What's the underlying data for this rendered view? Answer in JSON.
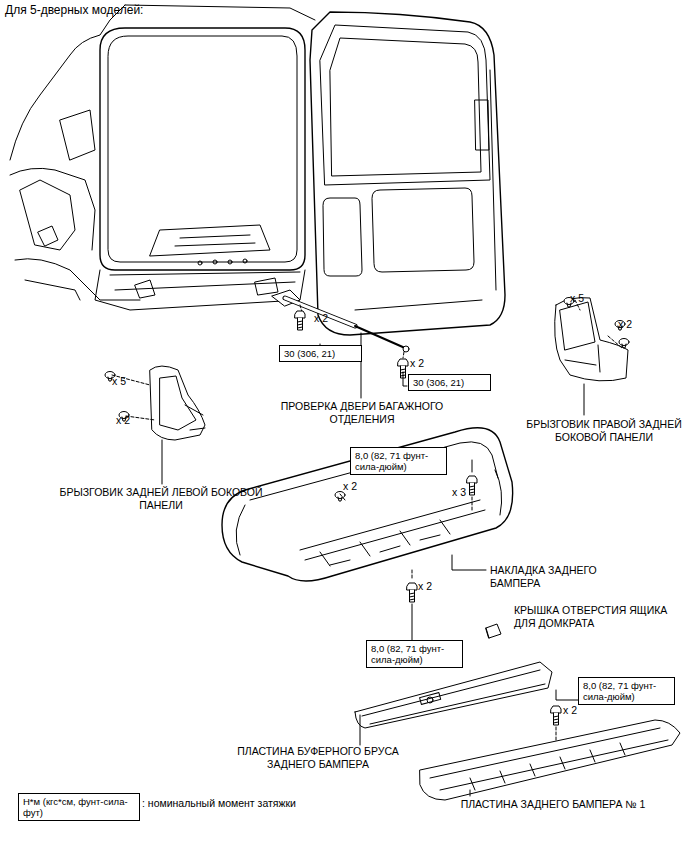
{
  "diagram": {
    "title": "Для 5-дверных моделей:",
    "nodes": [
      {
        "text": [
          "30 (306, 21)"
        ]
      },
      {
        "text": [
          "30 (306, 21)"
        ]
      },
      {
        "text": [
          "8,0 (82, 71 фунт-сила-дюйм)"
        ]
      },
      {
        "text": [
          "8,0 (82, 71 фунт-сила-дюйм)"
        ]
      },
      {
        "text": [
          "8,0 (82, 71 фунт-сила-дюйм)"
        ]
      },
      {
        "text": [
          "Н*м (кгс*см, фунт-сила-фут)"
        ]
      }
    ],
    "labels": [
      "x 5",
      "x 2",
      "x 2",
      "x 2",
      "x 5",
      "x 2",
      "ПРОВЕРКА ДВЕРИ БАГАЖНОГО ОТДЕЛЕНИЯ",
      "БРЫЗГОВИК ПРАВОЙ ЗАДНЕЙ БОКОВОЙ ПАНЕЛИ",
      "x 2",
      "x 3",
      "БРЫЗГОВИК ЗАДНЕЙ ЛЕВОЙ БОКОВОЙ ПАНЕЛИ",
      "НАКЛАДКА ЗАДНЕГО БАМПЕРА",
      "x 2",
      "КРЫШКА ОТВЕРСТИЯ ЯЩИКА ДЛЯ ДОМКРАТА",
      "x 2",
      "ПЛАСТИНА БУФЕРНОГО БРУСА ЗАДНЕГО БАМПЕРА",
      "ПЛАСТИНА ЗАДНЕГО БАМПЕРА № 1",
      ": номинальный момент затяжки"
    ]
  }
}
